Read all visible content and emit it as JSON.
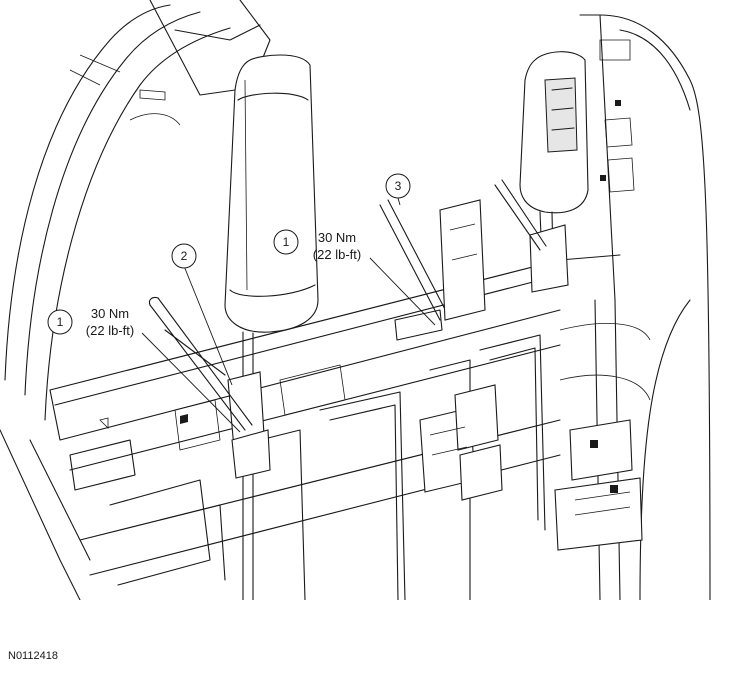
{
  "figure_id": "N0112418",
  "callouts": [
    {
      "number": "1"
    },
    {
      "number": "2"
    },
    {
      "number": "3"
    },
    {
      "number": "1"
    }
  ],
  "torque_specs": [
    {
      "metric": "30 Nm",
      "imperial": "(22 lb-ft)"
    },
    {
      "metric": "30 Nm",
      "imperial": "(22 lb-ft)"
    }
  ]
}
